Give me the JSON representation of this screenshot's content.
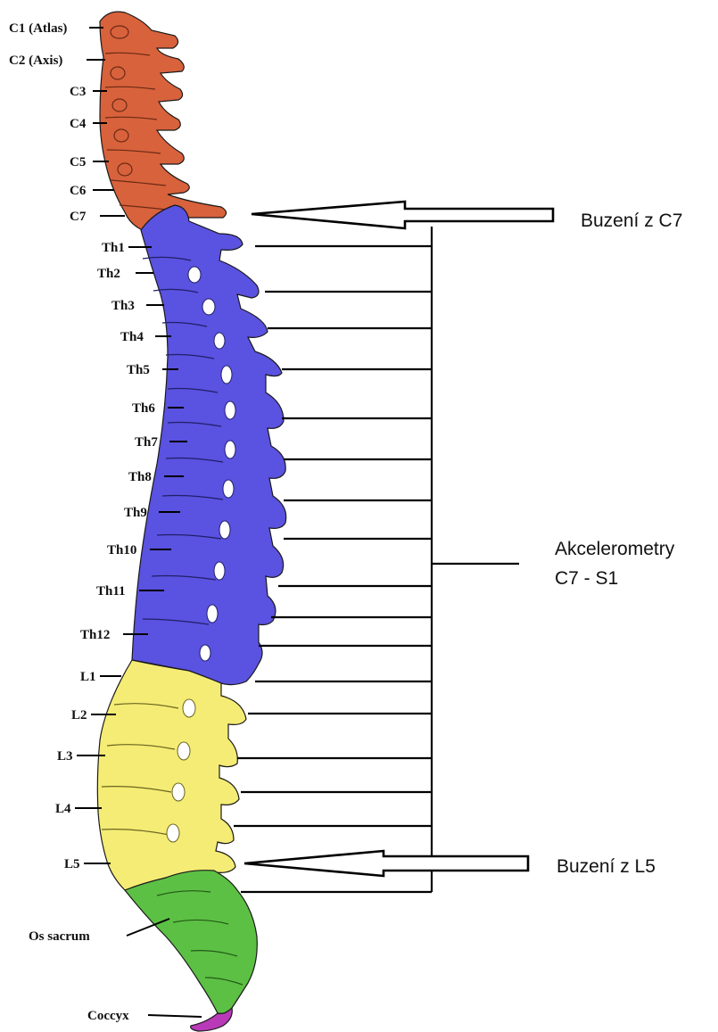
{
  "colors": {
    "cervical": "#d8623c",
    "thoracic": "#5a52e0",
    "lumbar": "#f4ec74",
    "sacrum": "#5cc044",
    "coccyx": "#b83ab8"
  },
  "vertebra_labels": [
    "C1 (Atlas)",
    "C2 (Axis)",
    "C3",
    "C4",
    "C5",
    "C6",
    "C7",
    "Th1",
    "Th2",
    "Th3",
    "Th4",
    "Th5",
    "Th6",
    "Th7",
    "Th8",
    "Th9",
    "Th10",
    "Th11",
    "Th12",
    "L1",
    "L2",
    "L3",
    "L4",
    "L5",
    "Os sacrum",
    "Coccyx"
  ],
  "annotations": {
    "excitation_top": "Buzení z C7",
    "accelerometers_line1": "Akcelerometry",
    "accelerometers_line2": "C7 - S1",
    "excitation_bottom": "Buzení z L5"
  }
}
